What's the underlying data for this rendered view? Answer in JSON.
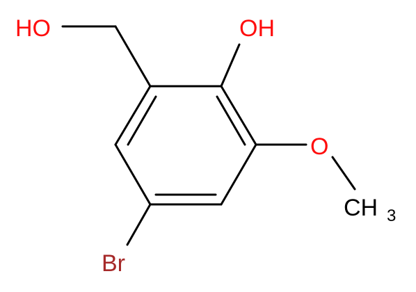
{
  "molecule": {
    "labels": {
      "ho_left": "HO",
      "oh_top": "OH",
      "o_methoxy": "O",
      "ch3_main": "CH",
      "ch3_sub": "3",
      "br": "Br"
    },
    "colors": {
      "bond": "#000000",
      "oxygen": "#ff0d0d",
      "carbon": "#000000",
      "bromine": "#a62929"
    }
  }
}
